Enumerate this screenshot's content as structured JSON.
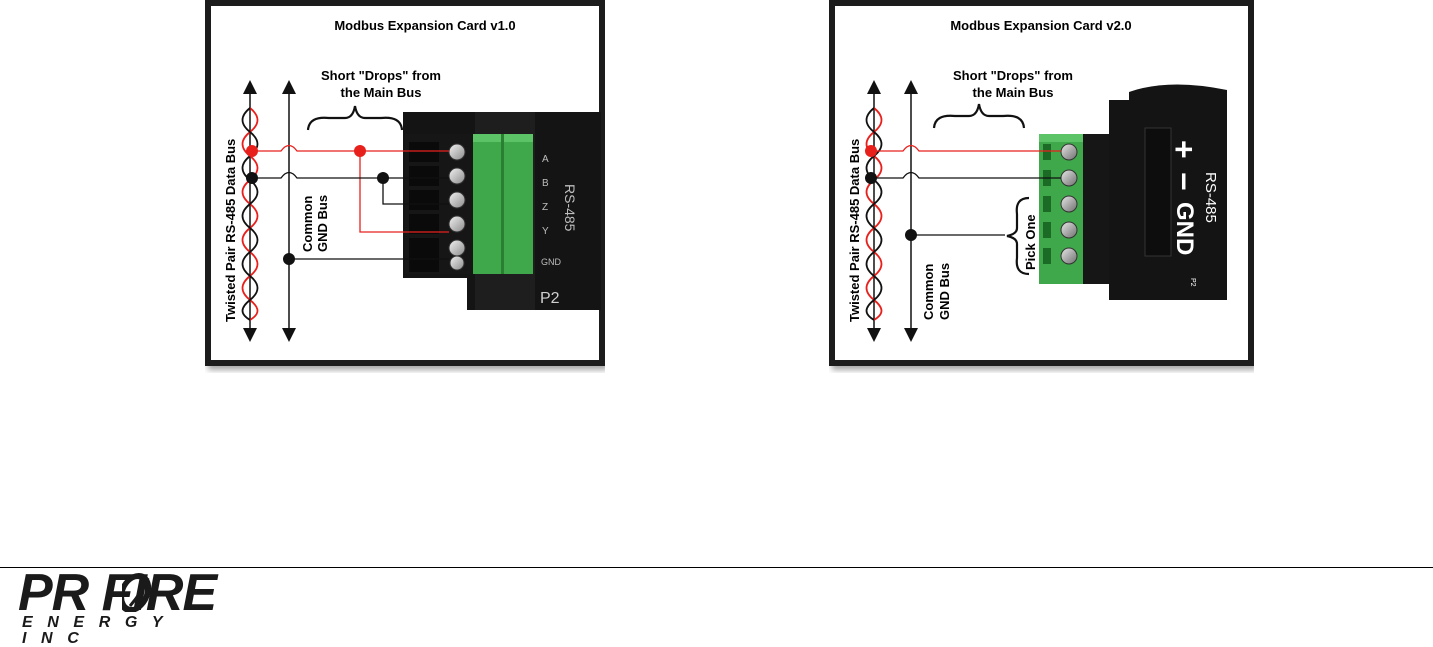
{
  "panels": [
    {
      "title": "Modbus Expansion Card v1.0",
      "drops_label_line1": "Short \"Drops\" from",
      "drops_label_line2": "the Main Bus",
      "data_bus_label": "Twisted Pair RS-485 Data Bus",
      "gnd_bus_label_line1": "Common",
      "gnd_bus_label_line2": "GND Bus",
      "pcb_labels": [
        "A",
        "B",
        "Z",
        "Y",
        "GND"
      ],
      "pcb_rs_label": "RS-485",
      "pcb_connector_label": "P2"
    },
    {
      "title": "Modbus Expansion Card v2.0",
      "drops_label_line1": "Short \"Drops\" from",
      "drops_label_line2": "the Main Bus",
      "data_bus_label": "Twisted Pair RS-485 Data Bus",
      "gnd_bus_label_line1": "Common",
      "gnd_bus_label_line2": "GND Bus",
      "pick_label": "Pick One",
      "pcb_plus": "+",
      "pcb_minus": "−",
      "pcb_gnd": "GND",
      "pcb_rs_label": "RS-485",
      "pcb_connector_label": "P2"
    }
  ],
  "logo": {
    "main": "PR FIRE",
    "sub": "ENERGY INC"
  },
  "colors": {
    "wire_red": "#e8201c",
    "wire_black": "#111111",
    "terminal_green": "#3ea84a",
    "pcb": "#141414",
    "frame": "#1a1a1a"
  }
}
